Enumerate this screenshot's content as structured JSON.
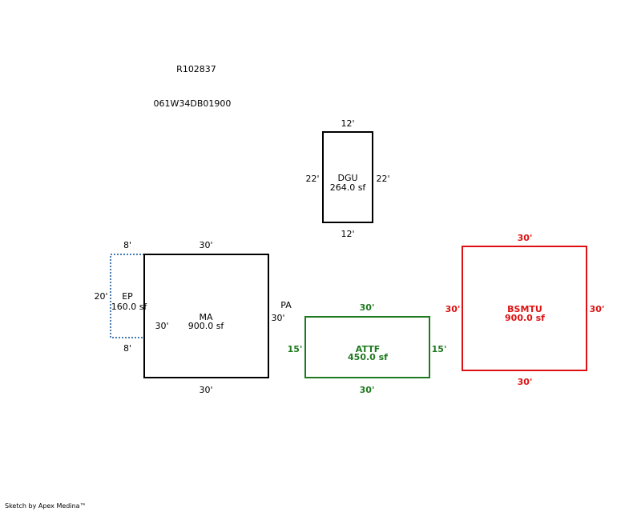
{
  "header": {
    "account": "R102837",
    "parcel": "061W34DB01900"
  },
  "colors": {
    "default": "#000000",
    "ep": "#4a7ab0",
    "attf": "#1f7a1f",
    "bsmtu": "#dd1111"
  },
  "areas": {
    "dgu": {
      "name": "DGU",
      "area": "264.0 sf",
      "top": "12'",
      "bottom": "12'",
      "left": "22'",
      "right": "22'"
    },
    "ma": {
      "name": "MA",
      "area": "900.0 sf",
      "top": "30'",
      "bottom": "30'",
      "left": "30'",
      "right": "30'",
      "side_label": "PA"
    },
    "ep": {
      "name": "EP",
      "area": "160.0 sf",
      "top": "8'",
      "bottom": "8'",
      "left": "20'"
    },
    "attf": {
      "name": "ATTF",
      "area": "450.0 sf",
      "top": "30'",
      "bottom": "30'",
      "left": "15'",
      "right": "15'"
    },
    "bsmtu": {
      "name": "BSMTU",
      "area": "900.0 sf",
      "top": "30'",
      "bottom": "30'",
      "left": "30'",
      "right": "30'"
    }
  },
  "footer": {
    "credit": "Sketch by Apex Medina™"
  }
}
